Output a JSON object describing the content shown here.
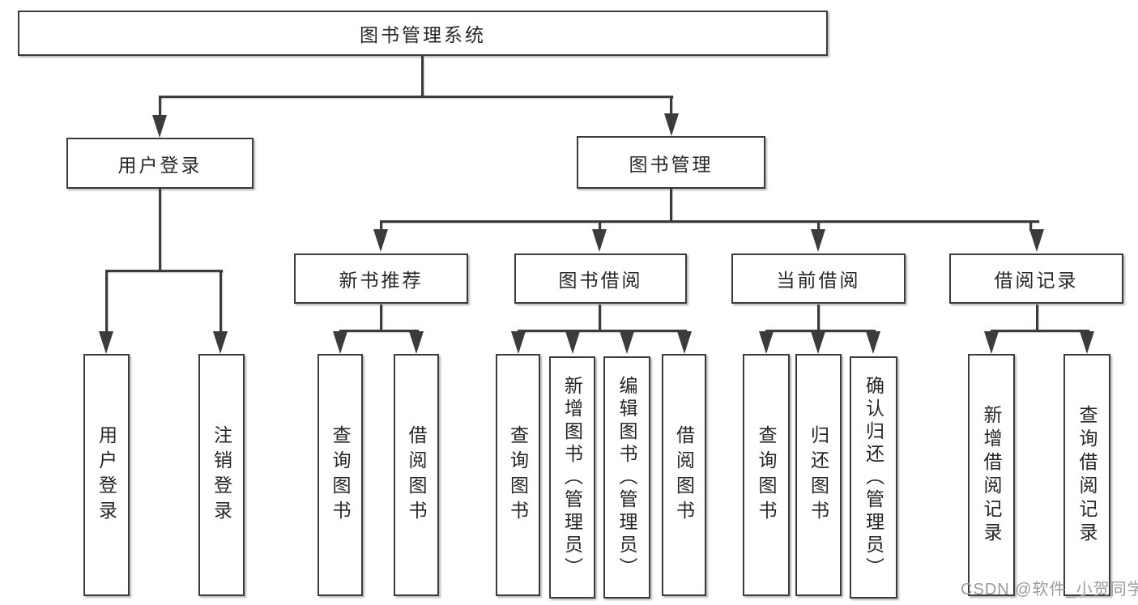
{
  "diagram": {
    "root": "图书管理系统",
    "login": "用户登录",
    "mgmt": "图书管理",
    "l3": [
      "新书推荐",
      "图书借阅",
      "当前借阅",
      "借阅记录"
    ],
    "leaves": [
      "用户登录",
      "注销登录",
      "查询图书",
      "借阅图书",
      "查询图书",
      "新增图书（管理员）",
      "编辑图书（管理员）",
      "借阅图书",
      "查询图书",
      "归还图书",
      "确认归还（管理员）",
      "新增借阅记录",
      "查询借阅记录"
    ]
  },
  "watermark": {
    "text": "CSDN @软件_小贺同学"
  },
  "colors": {
    "line": "#3b3b3b",
    "text": "#262626",
    "watermark": "#9c9c9c",
    "background": "#ffffff"
  }
}
